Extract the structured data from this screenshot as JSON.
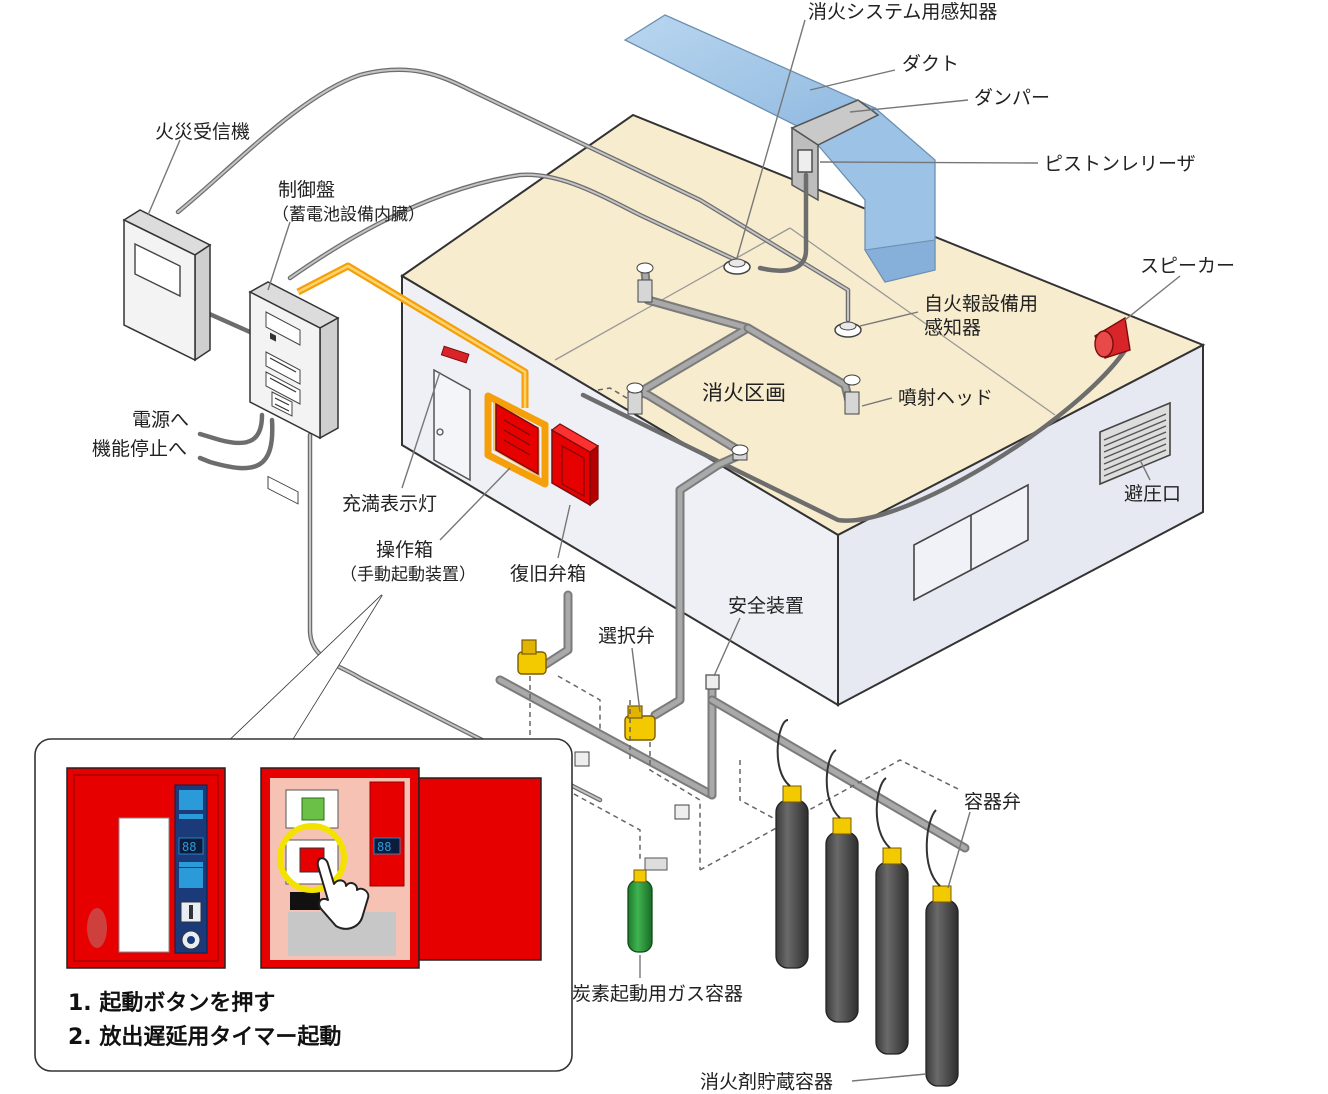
{
  "labels": {
    "detector_system": "消火システム用感知器",
    "duct": "ダクト",
    "damper": "ダンパー",
    "piston_releaser": "ピストンレリーザ",
    "fire_receiver": "火災受信機",
    "control_panel": "制御盤",
    "control_panel_note": "（蓄電池設備内臓）",
    "speaker": "スピーカー",
    "alarm_detector_l1": "自火報設備用",
    "alarm_detector_l2": "感知器",
    "zone": "消火区画",
    "nozzle": "噴射ヘッド",
    "vent": "避圧口",
    "to_power": "電源へ",
    "to_stop": "機能停止へ",
    "indicator_lamp": "充満表示灯",
    "operation_box": "操作箱",
    "operation_box_note": "（手動起動装置）",
    "reset_valve_box": "復旧弁箱",
    "safety_device": "安全装置",
    "selector_valve": "選択弁",
    "container_valve": "容器弁",
    "starter_gas": "炭素起動用ガス容器",
    "agent_storage": "消火剤貯蔵容器"
  },
  "inset": {
    "step1": "1. 起動ボタンを押す",
    "step2": "2. 放出遅延用タイマー起動",
    "display": "88"
  },
  "colors": {
    "room_floor": "#f8ecce",
    "room_wall": "#eef0f6",
    "duct": "#a9cbe9",
    "highlight": "#f5a00b",
    "box_red": "#e60000",
    "cylinder": "#4d4d4d",
    "starter_green": "#2e9c3e",
    "valve_yellow": "#f3c900",
    "led_blue": "#2a9bd8"
  }
}
